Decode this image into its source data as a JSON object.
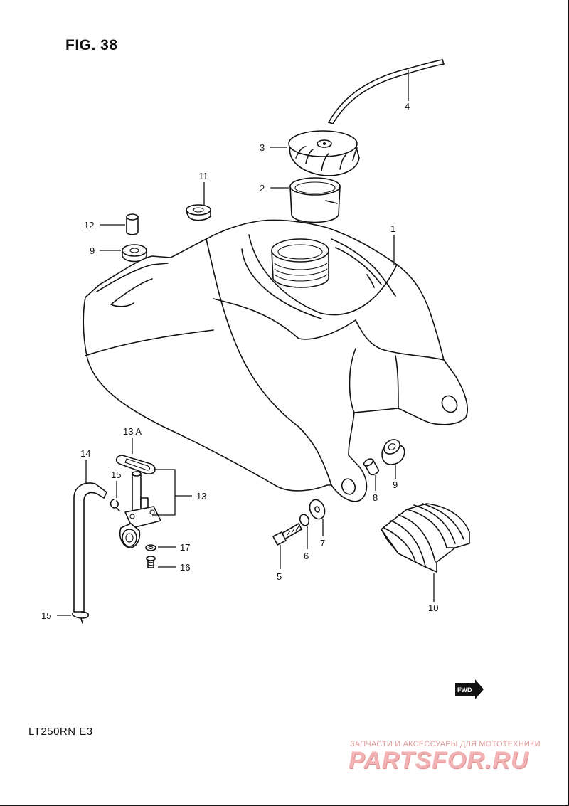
{
  "figure_title": "FIG. 38",
  "model_code": "LT250RN E3",
  "fwd_badge": "FWD",
  "watermark": {
    "tagline": "ЗАПЧАСТИ И АКСЕССУАРЫ ДЛЯ МОТОТЕХНИКИ",
    "logo": "PARTSFOR.RU"
  },
  "callouts": {
    "p1": "1",
    "p2": "2",
    "p3": "3",
    "p4": "4",
    "p5": "5",
    "p6": "6",
    "p7": "7",
    "p8": "8",
    "p9_left": "9",
    "p9_right": "9",
    "p10": "10",
    "p11": "11",
    "p12": "12",
    "p13": "13",
    "p13a": "13 A",
    "p14": "14",
    "p15_upper": "15",
    "p15_lower": "15",
    "p16": "16",
    "p17": "17"
  }
}
